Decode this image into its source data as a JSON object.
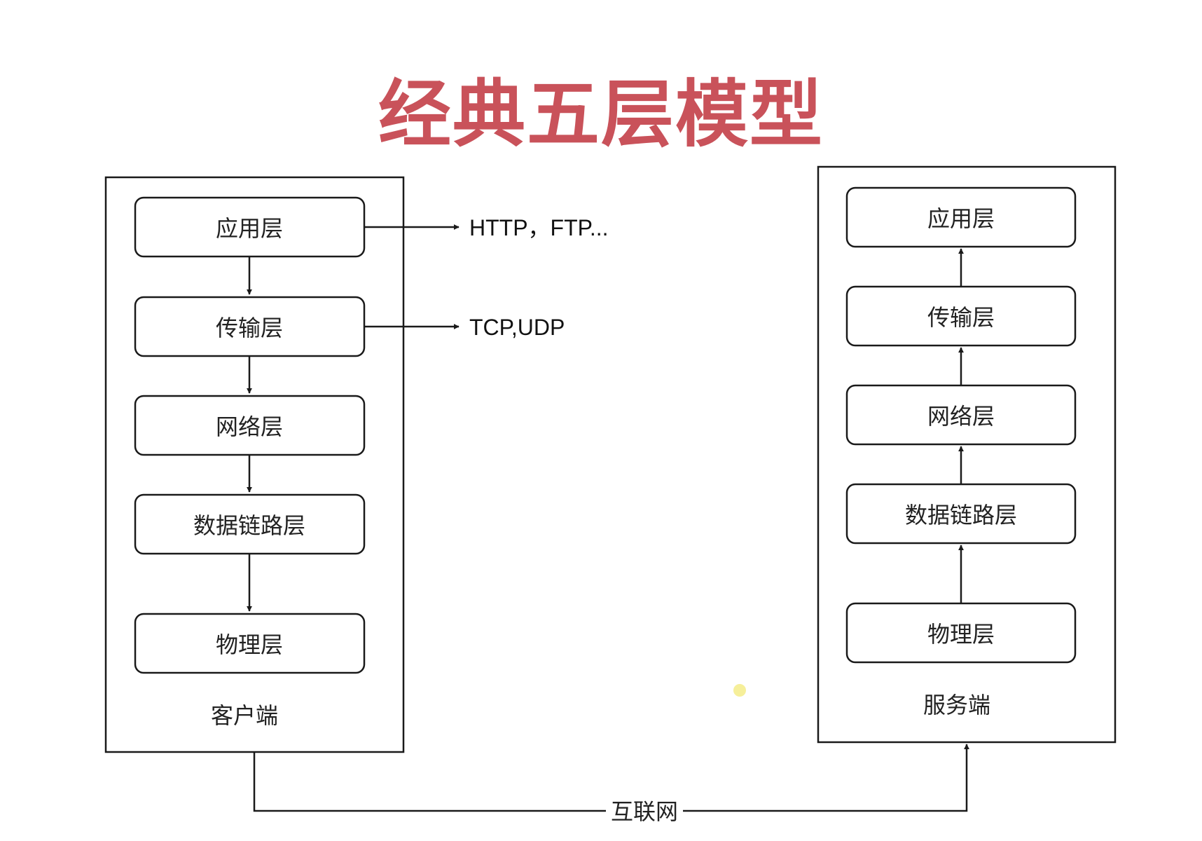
{
  "title": "经典五层模型",
  "client": {
    "label": "客户端",
    "layers": [
      "应用层",
      "传输层",
      "网络层",
      "数据链路层",
      "物理层"
    ]
  },
  "server": {
    "label": "服务端",
    "layers": [
      "应用层",
      "传输层",
      "网络层",
      "数据链路层",
      "物理层"
    ]
  },
  "protocols": {
    "application": "HTTP，FTP...",
    "transport": "TCP,UDP"
  },
  "connection_label": "互联网",
  "colors": {
    "title": "#c9525a",
    "stroke": "#1a1a1a",
    "marker_dot": "#f6ef9a"
  }
}
